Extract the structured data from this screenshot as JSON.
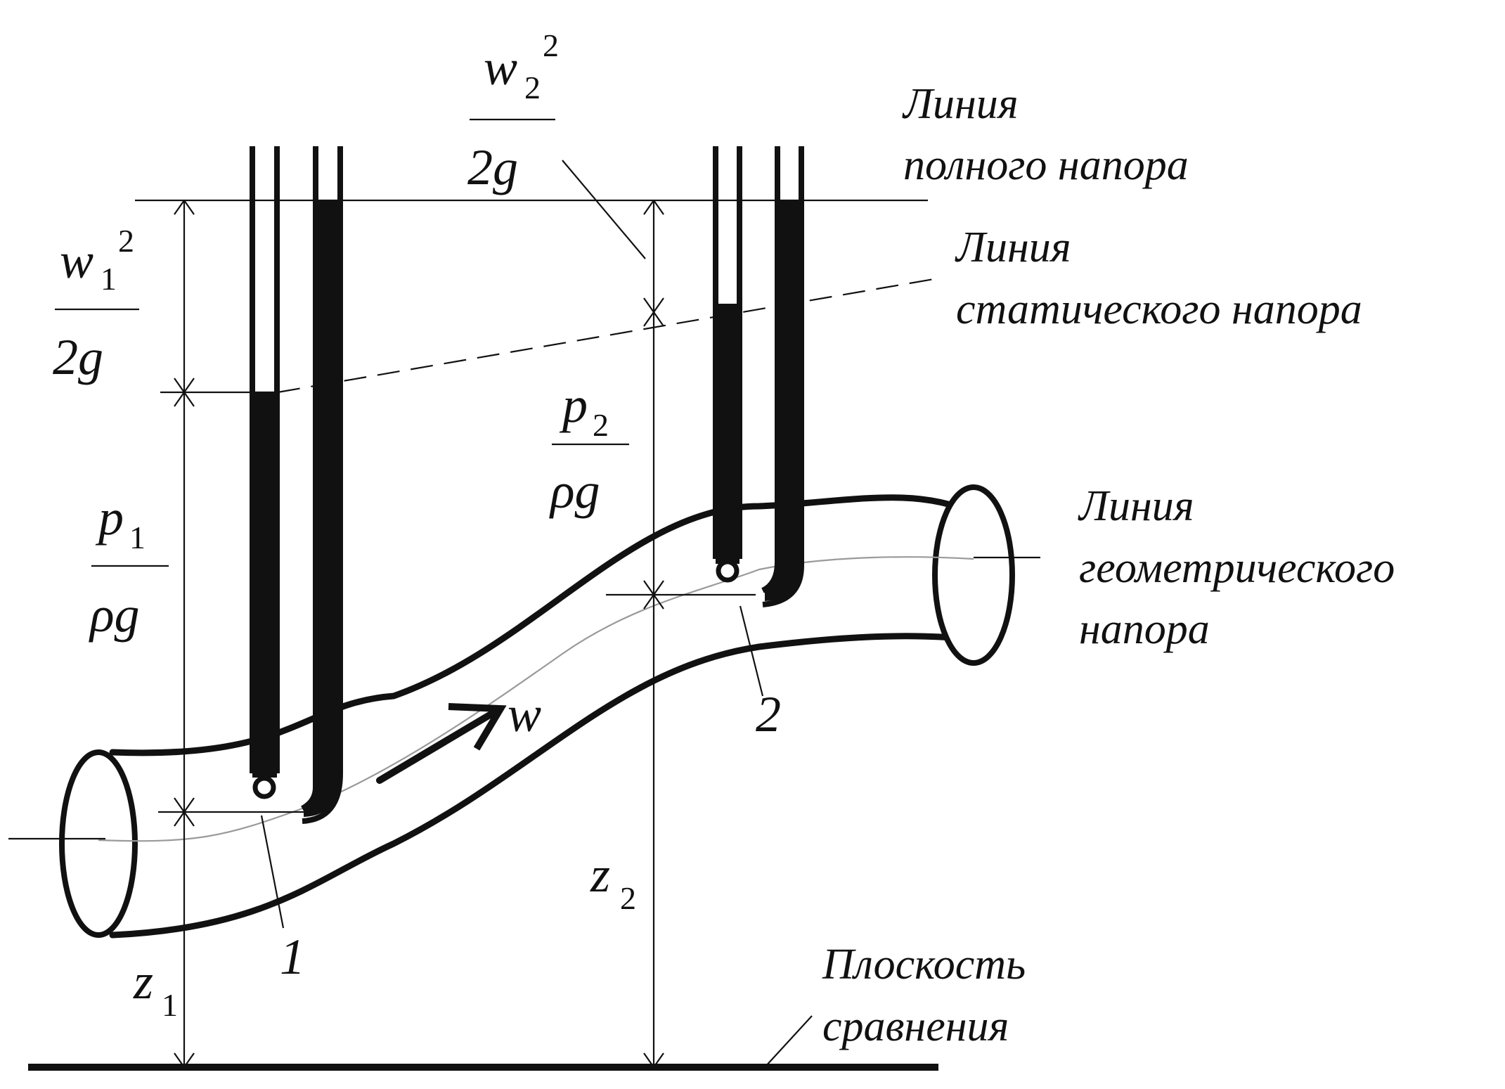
{
  "labels": {
    "total_head": [
      "Линия",
      "полного напора"
    ],
    "static_head": [
      "Линия",
      "статического напора"
    ],
    "geometric_head": [
      "Линия",
      "геометрического",
      "напора"
    ],
    "reference_plane": [
      "Плоскость",
      "сравнения"
    ]
  },
  "symbols": {
    "w1sq_num": "w",
    "w1sq_sub": "1",
    "w1sq_sup": "2",
    "w1sq_den": "2g",
    "w2sq_num": "w",
    "w2sq_sub": "2",
    "w2sq_sup": "2",
    "w2sq_den": "2g",
    "p1_num": "p",
    "p1_sub": "1",
    "p1_den": "ρg",
    "p2_num": "p",
    "p2_sub": "2",
    "p2_den": "ρg",
    "z1": "z",
    "z1_sub": "1",
    "z2": "z",
    "z2_sub": "2",
    "section1": "1",
    "section2": "2",
    "velocity": "w"
  }
}
